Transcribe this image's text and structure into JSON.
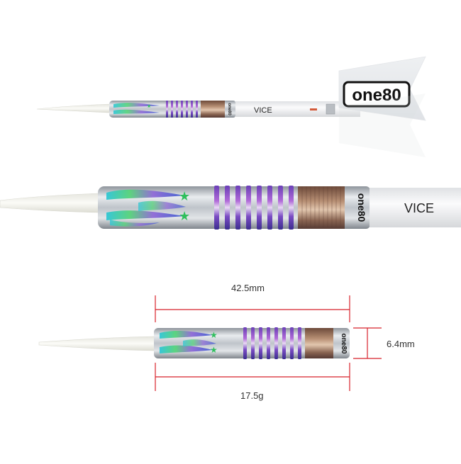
{
  "brand": {
    "logo": "one80",
    "shaft_brand": "VICE"
  },
  "specs": {
    "length": "42.5mm",
    "diameter": "6.4mm",
    "weight": "17.5g"
  },
  "colors": {
    "dimension_line": "#d8222a",
    "steel": "#c9cdd2",
    "tip": "#f3f3ee",
    "shaft": "#f2f3f5",
    "label_text": "#333333"
  },
  "icons": [
    "star-icon"
  ]
}
